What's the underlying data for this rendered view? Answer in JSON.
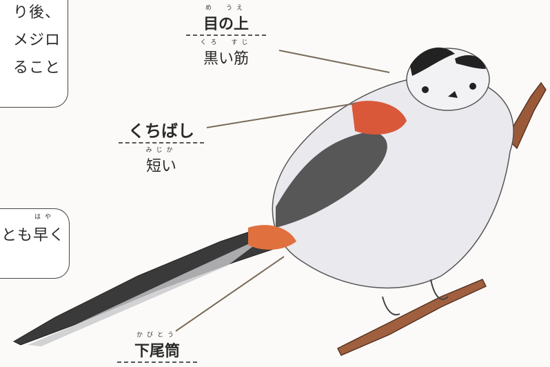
{
  "bubble_top": {
    "lines": [
      "り後、",
      "メジロ",
      "ること"
    ]
  },
  "bubble_mid": {
    "ruby": "はや",
    "line": "とも早く"
  },
  "labels": {
    "eye_top": {
      "ruby": "め　うえ",
      "term": "目の上",
      "desc_ruby": "くろ　すじ",
      "desc": "黒い筋"
    },
    "beak": {
      "term": "くちばし",
      "desc_ruby": "みじか",
      "desc": "短い"
    },
    "tail": {
      "ruby": "かびとう",
      "term": "下尾筒"
    }
  }
}
